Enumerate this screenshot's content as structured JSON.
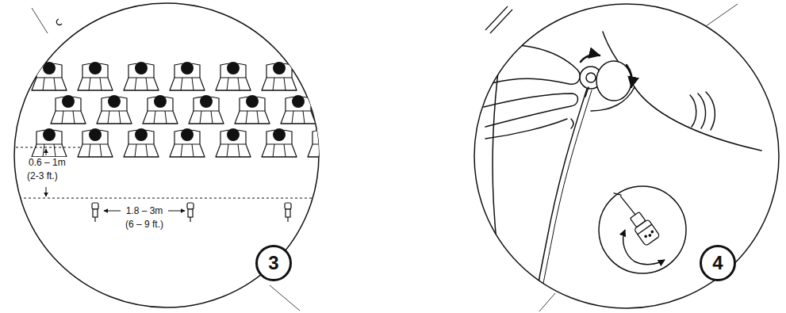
{
  "diagram": {
    "nodes": [
      {
        "text": [
          "3"
        ]
      },
      {
        "text": [
          "4"
        ]
      }
    ],
    "labels": [
      "0.6 – 1m",
      "(2-3 ft.)",
      "1.8 – 3m",
      "(6 – 9 ft.)"
    ]
  }
}
